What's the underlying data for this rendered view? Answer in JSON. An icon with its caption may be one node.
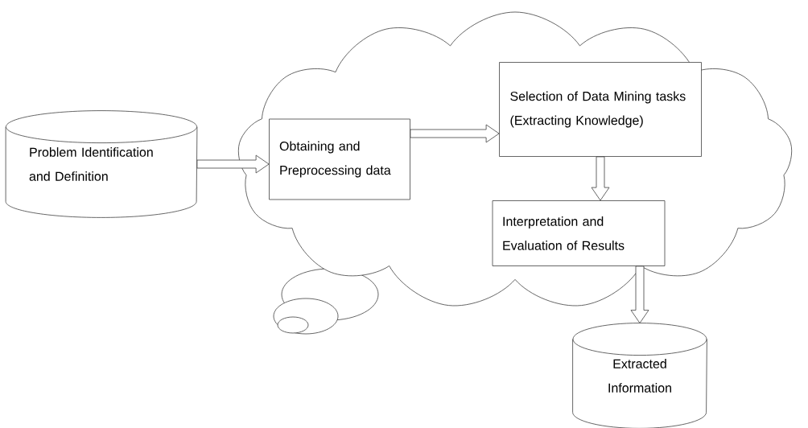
{
  "diagram": {
    "nodes": [
      {
        "text": [
          "Problem Identification and Definition"
        ]
      },
      {
        "text": [],
        "shape": "cloud"
      },
      {
        "text": [
          "Obtaining and Preprocessing data"
        ],
        "in": 1
      },
      {
        "text": [
          "Selection of Data Mining tasks",
          "(Extracting Knowledge)"
        ],
        "in": 1
      },
      {
        "text": [
          "Interpretation and Evaluation of Results"
        ],
        "in": 1
      },
      {
        "text": [
          "Extracted Information"
        ]
      }
    ],
    "edges": [
      {
        "from": 0,
        "to": 2,
        "arrow": "to"
      },
      {
        "from": 2,
        "to": 3,
        "arrow": "to"
      },
      {
        "from": 3,
        "to": 4,
        "arrow": "to"
      },
      {
        "from": 4,
        "to": 5,
        "arrow": "to"
      }
    ]
  }
}
